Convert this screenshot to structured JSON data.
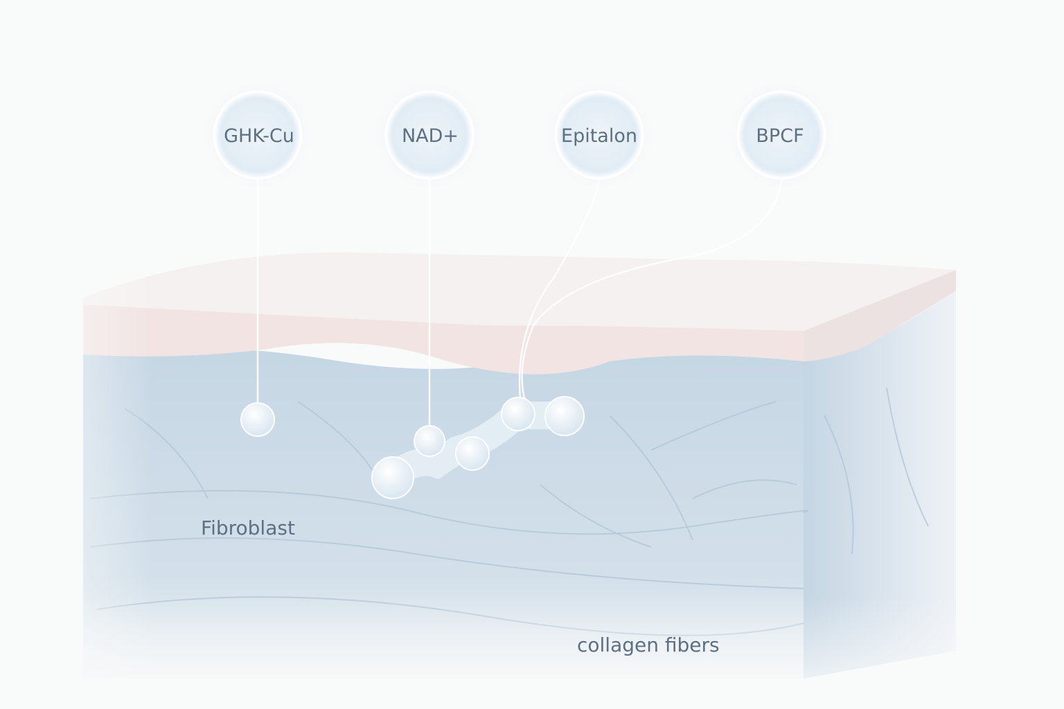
{
  "peptides": [
    {
      "label": "GHK-Cu"
    },
    {
      "label": "NAD+"
    },
    {
      "label": "Epitalon"
    },
    {
      "label": "BPCF"
    }
  ],
  "annotations": {
    "fibroblast": "Fibroblast",
    "collagen": "collagen fibers"
  },
  "colors": {
    "text": "#5d6f80",
    "dermis": "#c9d9e6",
    "epidermis": "#f3e9e8",
    "bubble": "#e6eff6"
  }
}
